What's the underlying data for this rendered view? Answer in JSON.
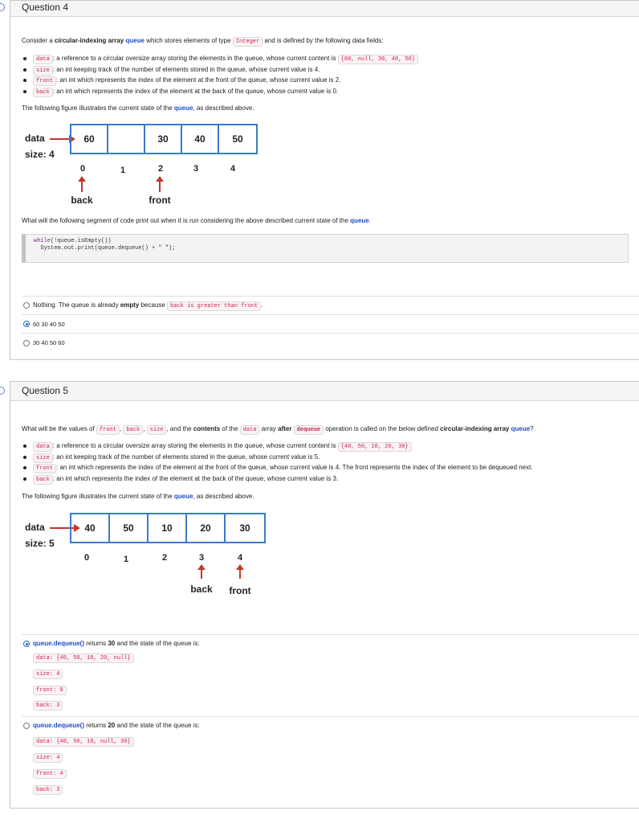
{
  "q4": {
    "title": "Question 4",
    "intro_pre": "Consider a ",
    "intro_bold": "circular-indexing array ",
    "intro_kw": "queue",
    "intro_mid": " which stores elements of type ",
    "intro_type": "Integer",
    "intro_post": " and is defined by the following data fields:",
    "fields": [
      {
        "tag": "data",
        "pre": ": a reference to a circular oversize array storing the elements in the queue, whose current content is ",
        "val": "{60, null, 30, 40, 50}",
        "post": ""
      },
      {
        "tag": "size",
        "pre": ": an int keeping track of the number of elements stored in the queue, whose current value is ",
        "val": "",
        "post": "4."
      },
      {
        "tag": "front",
        "pre": ": an int which represents the index of the element at the front of the queue, whose current value is ",
        "val": "",
        "post": "2."
      },
      {
        "tag": "back",
        "pre": ": an int which represents the index of the element at the back of the queue, whose current value is ",
        "val": "",
        "post": "0."
      }
    ],
    "figure_pre": "The following figure illustrates the current state of the ",
    "figure_kw": "queue",
    "figure_post": ", as described above.",
    "array": {
      "data_label": "data",
      "size_label": "size: 4",
      "cells": [
        "60",
        "",
        "30",
        "40",
        "50"
      ],
      "indices": [
        "0",
        "1",
        "2",
        "3",
        "4"
      ],
      "back_label": "back",
      "front_label": "front"
    },
    "prompt_pre": "What will the following segment of code print out when it is run considering the above described current state of the ",
    "prompt_kw": "queue",
    "prompt_post": ".",
    "code_line1_kw": "while",
    "code_line1_rest": "(!queue.isEmpty())",
    "code_line2": "  System.out.print(queue.dequeue() + \" \");",
    "options": [
      {
        "pre": "Nothing. The queue is already ",
        "bold": "empty",
        "post": " because ",
        "tag": "back is greater than front",
        "end": ".",
        "checked": false
      },
      {
        "text": "60 30 40 50",
        "checked": true
      },
      {
        "text": "30 40 50 60",
        "checked": false
      }
    ]
  },
  "q5": {
    "title": "Question 5",
    "prompt_pre": "What will be the values of ",
    "prompt_tags": [
      "front",
      "back",
      "size"
    ],
    "prompt_mid": ", and the ",
    "prompt_bold": "contents",
    "prompt_mid2": " of the ",
    "prompt_tag_data": "data",
    "prompt_mid3": " array ",
    "prompt_bold2": "after",
    "prompt_tag_dequeue": "dequeue",
    "prompt_mid4": " operation is called on the below defined ",
    "prompt_bold3": "circular-indexing array ",
    "prompt_kw": "queue",
    "prompt_end": "?",
    "fields": [
      {
        "tag": "data",
        "pre": ": a reference to a circular oversize array storing the elements in the queue, whose current content is ",
        "val": "{40, 50, 10, 20, 30}",
        "post": ""
      },
      {
        "tag": "size",
        "pre": ": an int keeping track of the number of elements stored in the queue, whose current value is ",
        "val": "",
        "post": "5."
      },
      {
        "tag": "front",
        "pre": ": an int which represents the index of the element at the front of the queue, whose current value is ",
        "val": "",
        "post": "4. The front represents the index of the element to be dequeued next."
      },
      {
        "tag": "back",
        "pre": ": an int which represents the index of the element at the back of the queue, whose current value is ",
        "val": "",
        "post": "3."
      }
    ],
    "figure_pre": "The following figure illustrates the current state of the ",
    "figure_kw": "queue",
    "figure_post": ", as described above.",
    "array": {
      "data_label": "data",
      "size_label": "size: 5",
      "cells": [
        "40",
        "50",
        "10",
        "20",
        "30"
      ],
      "indices": [
        "0",
        "1",
        "2",
        "3",
        "4"
      ],
      "back_label": "back",
      "front_label": "front"
    },
    "options": [
      {
        "kw": "queue.dequeue()",
        "pre": " returns ",
        "bold": "30",
        "post": " and the state of the queue is:",
        "checked": true,
        "states": [
          "data: {40, 50, 10, 20, null}",
          "size: 4",
          "front: 0",
          "back: 3"
        ]
      },
      {
        "kw": "queue.dequeue()",
        "pre": " returns ",
        "bold": "20",
        "post": " and the state of the queue is:",
        "checked": false,
        "states": [
          "data: {40, 50, 10, null, 30}",
          "size: 4",
          "front: 4",
          "back: 3"
        ]
      }
    ]
  }
}
